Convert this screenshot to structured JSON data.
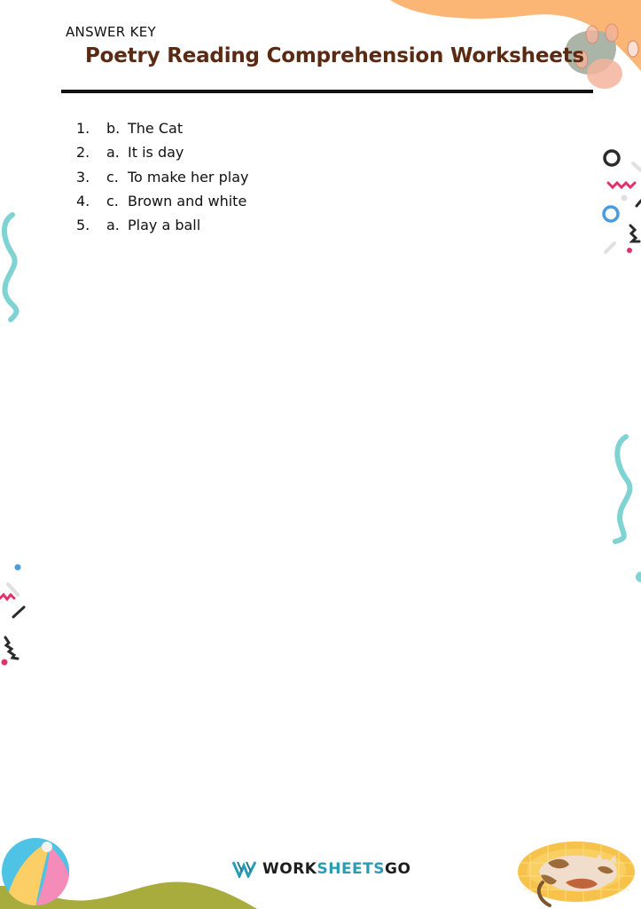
{
  "header": {
    "label": "ANSWER KEY",
    "title": "Poetry Reading Comprehension Worksheets"
  },
  "answers": [
    {
      "number": "1.",
      "letter": "b.",
      "text": "The Cat"
    },
    {
      "number": "2.",
      "letter": "a.",
      "text": "It is day"
    },
    {
      "number": "3.",
      "letter": "c.",
      "text": "To make her play"
    },
    {
      "number": "4.",
      "letter": "c.",
      "text": "Brown and white"
    },
    {
      "number": "5.",
      "letter": "a.",
      "text": "Play a ball"
    }
  ],
  "footer": {
    "brand_part1": "WORK",
    "brand_part2": "SHEETS",
    "brand_part3": "GO"
  },
  "colors": {
    "title": "#5b2a12",
    "orange_wave": "#fbb676",
    "teal_squiggle": "#7fd3d3",
    "pink_accent": "#e0316a",
    "blue_accent": "#4a9be0",
    "brand_teal": "#2a9db5"
  }
}
